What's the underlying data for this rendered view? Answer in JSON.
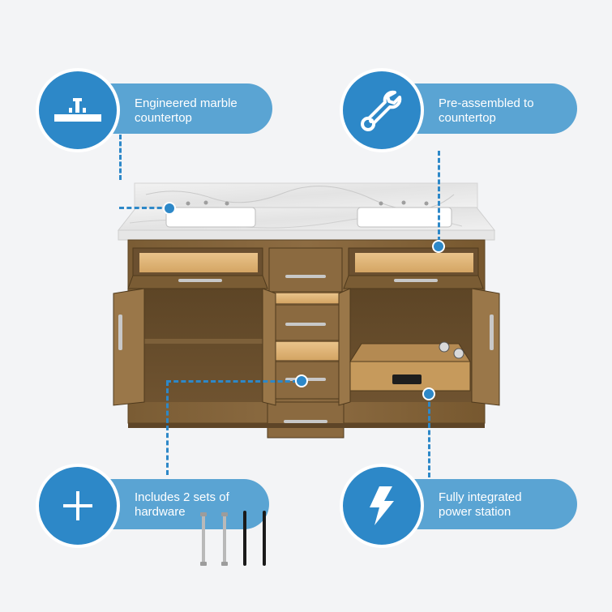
{
  "features": [
    {
      "icon": "countertop-icon",
      "line1": "Engineered marble",
      "line2": "countertop"
    },
    {
      "icon": "wrench-icon",
      "line1": "Pre-assembled to",
      "line2": "countertop"
    },
    {
      "icon": "plus-icon",
      "line1": "Includes 2 sets of",
      "line2": "hardware"
    },
    {
      "icon": "lightning-icon",
      "line1": "Fully integrated",
      "line2": "power station"
    }
  ],
  "hardware_samples": {
    "count": 4,
    "finishes": [
      "brushed nickel",
      "brushed nickel",
      "matte black",
      "matte black"
    ]
  },
  "colors": {
    "accent": "#2d88c8",
    "pill": "#5aa4d3",
    "background": "#f3f4f6",
    "wood": "#8a6a3f",
    "marble": "#ececec"
  }
}
